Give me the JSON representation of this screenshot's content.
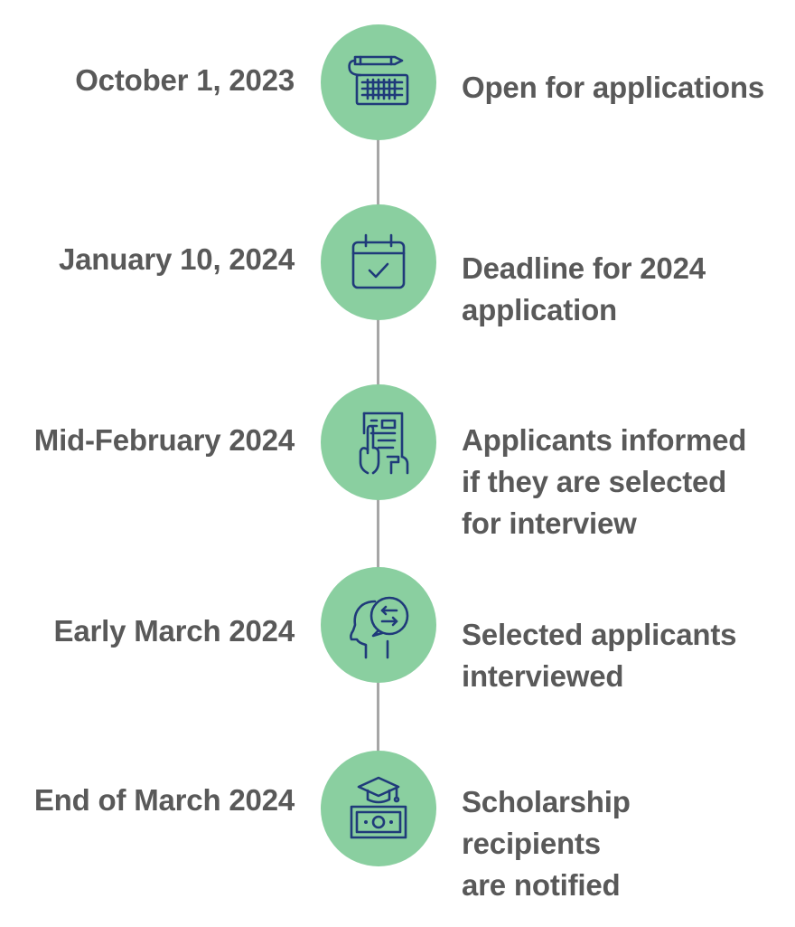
{
  "steps": [
    {
      "date": "October 1, 2023",
      "description": "Open for applications",
      "icon": "keyboard-pencil-icon"
    },
    {
      "date": "January 10, 2024",
      "description": "Deadline for 2024\napplication",
      "icon": "calendar-check-icon"
    },
    {
      "date": "Mid-February 2024",
      "description": "Applicants informed\nif they are selected\nfor interview",
      "icon": "document-hand-icon"
    },
    {
      "date": "Early March 2024",
      "description": "Selected applicants\ninterviewed",
      "icon": "head-exchange-icon"
    },
    {
      "date": "End of March 2024",
      "description": "Scholarship\nrecipients\nare notified",
      "icon": "graduation-cap-money-icon"
    }
  ],
  "colors": {
    "circle": "#8acfa0",
    "text": "#595959",
    "line": "#a6a6a6",
    "icon": "#1f3a7a"
  }
}
